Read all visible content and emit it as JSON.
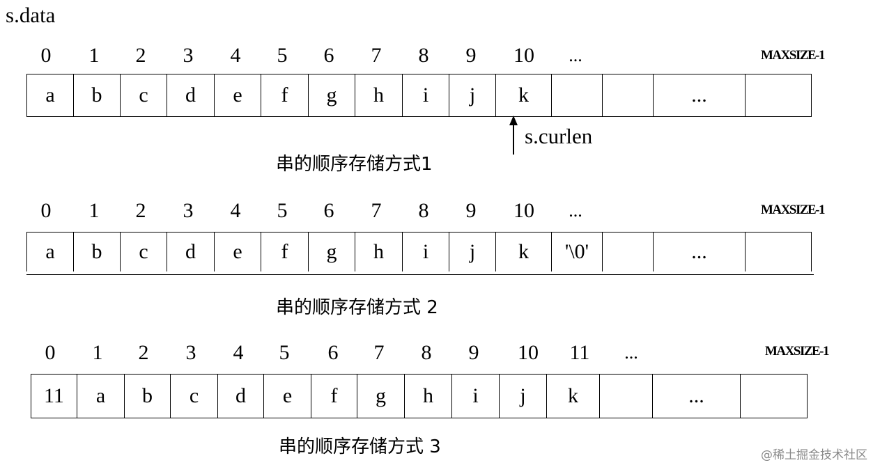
{
  "label": "s.data",
  "diagrams": [
    {
      "indices": [
        "0",
        "1",
        "2",
        "3",
        "4",
        "5",
        "6",
        "7",
        "8",
        "9",
        "10",
        "..."
      ],
      "maxsize_label": "MAXSIZE-1",
      "cells": [
        "a",
        "b",
        "c",
        "d",
        "e",
        "f",
        "g",
        "h",
        "i",
        "j",
        "k",
        "",
        "",
        "...",
        ""
      ],
      "pointer": {
        "label": "s.curlen",
        "cell_index": 10
      },
      "caption": "串的顺序存储方式1"
    },
    {
      "indices": [
        "0",
        "1",
        "2",
        "3",
        "4",
        "5",
        "6",
        "7",
        "8",
        "9",
        "10",
        "..."
      ],
      "maxsize_label": "MAXSIZE-1",
      "cells": [
        "a",
        "b",
        "c",
        "d",
        "e",
        "f",
        "g",
        "h",
        "i",
        "j",
        "k",
        "'\\0'",
        "",
        "...",
        ""
      ],
      "caption": "串的顺序存储方式 2"
    },
    {
      "indices": [
        "0",
        "1",
        "2",
        "3",
        "4",
        "5",
        "6",
        "7",
        "8",
        "9",
        "10",
        "11",
        "..."
      ],
      "maxsize_label": "MAXSIZE-1",
      "cells": [
        "11",
        "a",
        "b",
        "c",
        "d",
        "e",
        "f",
        "g",
        "h",
        "i",
        "j",
        "k",
        "",
        "...",
        ""
      ],
      "caption": "串的顺序存储方式 3"
    }
  ],
  "watermark": "@稀土掘金技术社区"
}
